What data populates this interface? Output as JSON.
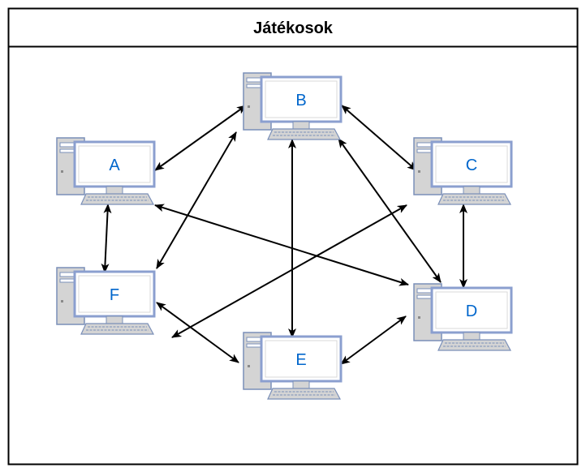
{
  "frame": {
    "title": "Játékosok"
  },
  "colors": {
    "label": "#0066cc",
    "tower_fill": "#d4d4d4",
    "tower_stroke": "#7a8fb8",
    "screen_fill": "#ffffff",
    "screen_stroke": "#8b9fcf",
    "screen_inner": "#d9d9d9",
    "keyboard_fill": "#d4d4d4",
    "edge": "#000000"
  },
  "nodes": [
    {
      "id": "A",
      "label": "A",
      "icon": "desktop-computer-icon"
    },
    {
      "id": "B",
      "label": "B",
      "icon": "desktop-computer-icon"
    },
    {
      "id": "C",
      "label": "C",
      "icon": "desktop-computer-icon"
    },
    {
      "id": "D",
      "label": "D",
      "icon": "desktop-computer-icon"
    },
    {
      "id": "E",
      "label": "E",
      "icon": "desktop-computer-icon"
    },
    {
      "id": "F",
      "label": "F",
      "icon": "desktop-computer-icon"
    }
  ],
  "edges": [
    {
      "from": "A",
      "to": "B",
      "directed": "both"
    },
    {
      "from": "A",
      "to": "F",
      "directed": "both"
    },
    {
      "from": "A",
      "to": "D",
      "directed": "both"
    },
    {
      "from": "B",
      "to": "C",
      "directed": "both"
    },
    {
      "from": "B",
      "to": "E",
      "directed": "both"
    },
    {
      "from": "B",
      "to": "F",
      "directed": "both"
    },
    {
      "from": "B",
      "to": "D",
      "directed": "both"
    },
    {
      "from": "C",
      "to": "D",
      "directed": "both"
    },
    {
      "from": "C",
      "to": "E",
      "directed": "both"
    },
    {
      "from": "F",
      "to": "E",
      "directed": "both"
    },
    {
      "from": "E",
      "to": "D",
      "directed": "both"
    }
  ]
}
